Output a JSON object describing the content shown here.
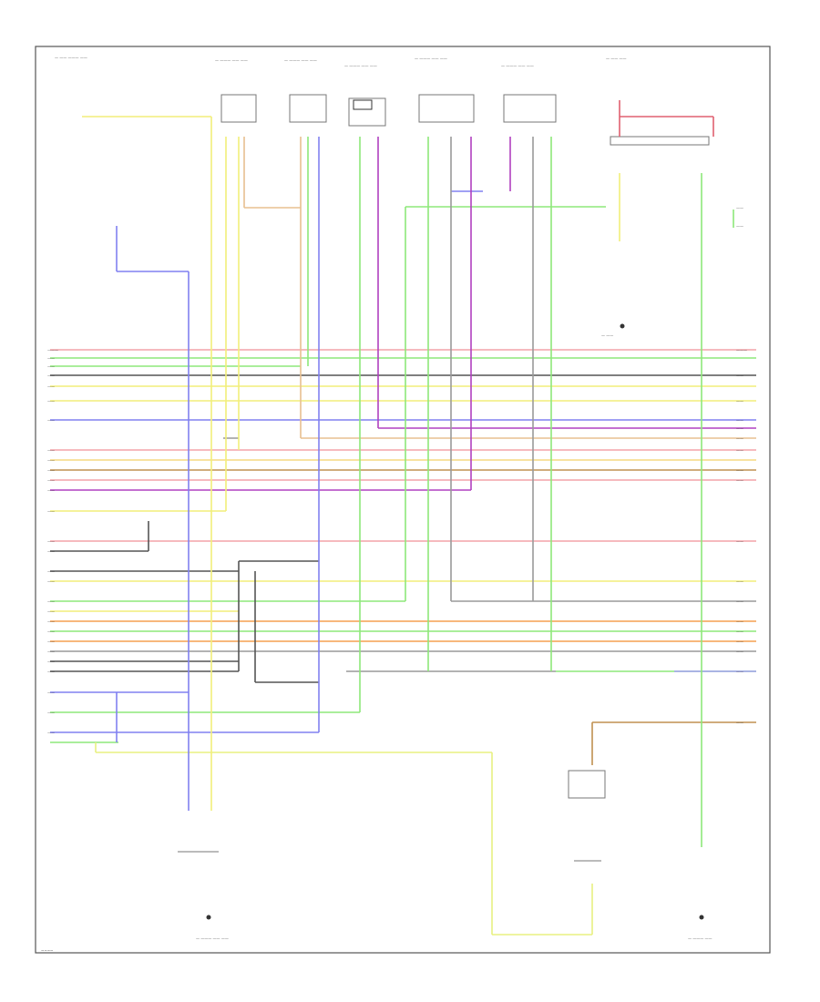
{
  "diagram": {
    "footer_code": "~~~~",
    "components": [
      {
        "id": "top_left",
        "label": "— —— ——— ——"
      },
      {
        "id": "c1",
        "label": "— ——— —— ——"
      },
      {
        "id": "c2",
        "label": "— ——— —— ——"
      },
      {
        "id": "c3",
        "label": "— ——— —— ——"
      },
      {
        "id": "c4",
        "label": "— ——— —— ——"
      },
      {
        "id": "c5",
        "label": "— ——— —— ——"
      },
      {
        "id": "top_right",
        "label": "— —— ——"
      }
    ],
    "left_labels": [
      "———",
      "——",
      "——",
      "——",
      "——",
      "——",
      "——",
      "——",
      "——",
      "——",
      "——",
      "——",
      "——",
      "——",
      "——",
      "——",
      "——",
      "——",
      "——",
      "——",
      "——",
      "——",
      "——",
      "——",
      "——",
      "——",
      "——",
      "——"
    ],
    "right_labels": [
      "———",
      "——",
      "——",
      "——",
      "——",
      "——",
      "——",
      "——",
      "——",
      "——",
      "——",
      "——",
      "——",
      "——",
      "——",
      "——",
      "——",
      "——",
      "——",
      "——"
    ],
    "bottom_labels": {
      "ground_left": "— ——— —— ——",
      "ground_mid": "— ——",
      "ground_right": "— ——— ——"
    },
    "colors": {
      "pink": "#f4a3a8",
      "red": "#e06070",
      "green": "#8ee87a",
      "yellow": "#f2ee7a",
      "blue": "#8080f0",
      "violet": "#b040c0",
      "brown": "#c09050",
      "orange": "#f5a050",
      "gray": "#9a9a9a",
      "dkgray": "#555555",
      "tan": "#e8c090",
      "ltblue": "#a0a0f0"
    }
  }
}
